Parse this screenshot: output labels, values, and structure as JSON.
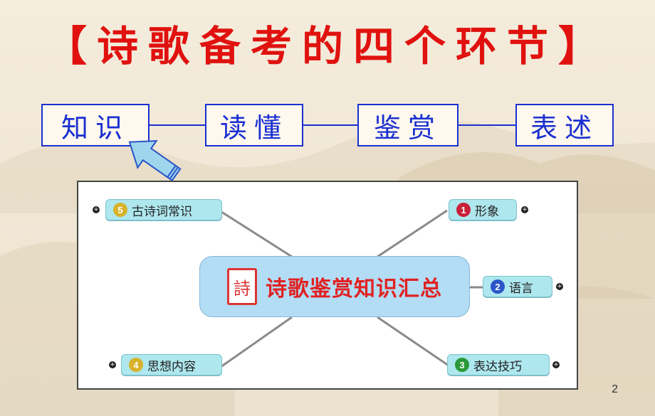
{
  "title": "【诗歌备考的四个环节】",
  "steps": [
    "知识",
    "读懂",
    "鉴赏",
    "表述"
  ],
  "mindmap": {
    "center": "诗歌鉴赏知识汇总",
    "nodes": [
      {
        "num": "5",
        "label": "古诗词常识",
        "color": "#d8b22a"
      },
      {
        "num": "1",
        "label": "形象",
        "color": "#c8203a"
      },
      {
        "num": "2",
        "label": "语言",
        "color": "#2a55c9"
      },
      {
        "num": "4",
        "label": "思想内容",
        "color": "#d8b22a"
      },
      {
        "num": "3",
        "label": "表达技巧",
        "color": "#2a9a3a"
      }
    ]
  },
  "page_number": "2",
  "colors": {
    "title": "#e0120f",
    "steps": "#1a2fd1",
    "center_text": "#e02222",
    "arrow": "#9fd6ee"
  }
}
